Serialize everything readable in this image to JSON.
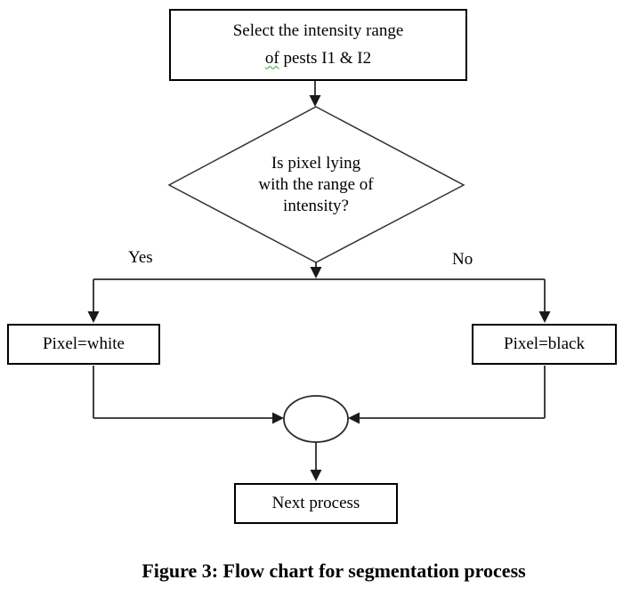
{
  "figure_caption": "Figure 3: Flow chart for segmentation process",
  "flowchart": {
    "start_node": {
      "line1": "Select the intensity range",
      "line2_misspelled_word": "of",
      "line2_rest": " pests I1 & I2"
    },
    "decision_node": {
      "line1": "Is pixel lying",
      "line2": "with the range of",
      "line3": "intensity?"
    },
    "branch_labels": {
      "yes": "Yes",
      "no": "No"
    },
    "white_node": {
      "label": "Pixel=white"
    },
    "black_node": {
      "label": "Pixel=black"
    },
    "next_node": {
      "label": "Next process"
    },
    "colors": {
      "line": "#2a2a2a",
      "border": "#000000",
      "text": "#000000",
      "spellcheck_wave": "#2e9e3e",
      "background": "#ffffff"
    }
  }
}
